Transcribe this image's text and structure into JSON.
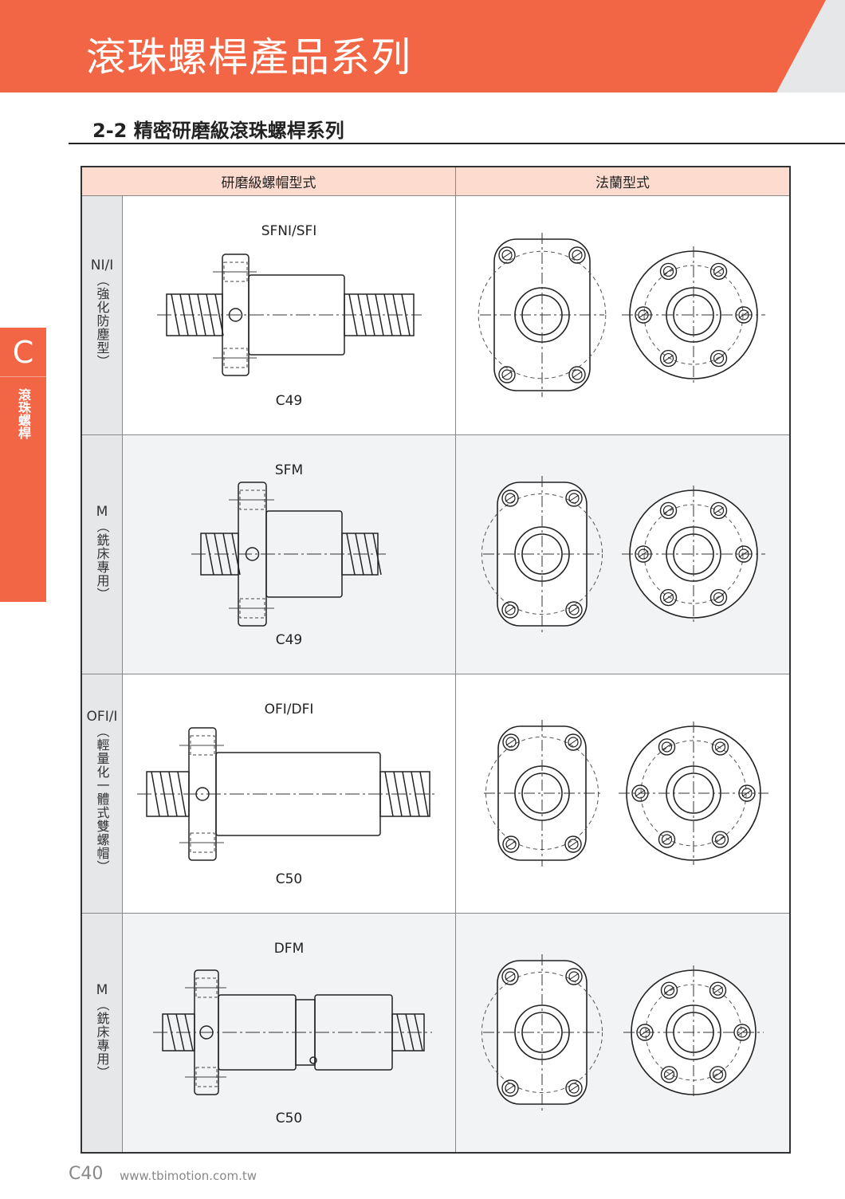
{
  "header": {
    "title": "滾珠螺桿產品系列",
    "accent": "#F26645"
  },
  "section": {
    "title": "2-2 精密研磨級滾珠螺桿系列"
  },
  "side_tab": {
    "letter": "C",
    "label": "滾珠螺桿"
  },
  "table": {
    "columns": [
      "研磨級螺帽型式",
      "法蘭型式"
    ],
    "rows": [
      {
        "type": "NI/I",
        "desc": "（強化防塵型）",
        "model": "SFNI/SFI",
        "page": "C49"
      },
      {
        "type": "M",
        "desc": "（銑床專用）",
        "model": "SFM",
        "page": "C49"
      },
      {
        "type": "OFI/I",
        "desc": "（輕量化一體式雙螺帽）",
        "model": "OFI/DFI",
        "page": "C50"
      },
      {
        "type": "M",
        "desc": "（銑床專用）",
        "model": "DFM",
        "page": "C50"
      }
    ]
  },
  "footer": {
    "page": "C40",
    "url": "www.tbimotion.com.tw"
  }
}
